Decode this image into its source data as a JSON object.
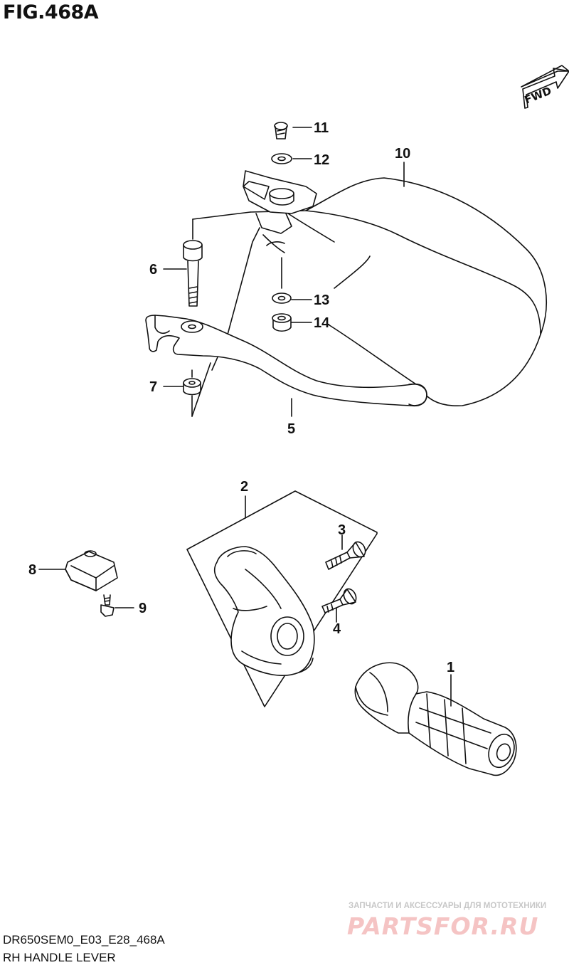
{
  "figure": {
    "title": "FIG.468A",
    "model_code": "DR650SEM0_E03_E28_468A",
    "section_name": "RH HANDLE LEVER",
    "direction_badge": "FWD"
  },
  "callouts": [
    "1",
    "2",
    "3",
    "4",
    "5",
    "6",
    "7",
    "8",
    "9",
    "10",
    "11",
    "12",
    "13",
    "14"
  ],
  "watermark": {
    "tagline": "ЗАПЧАСТИ И АКСЕССУАРЫ ДЛЯ МОТОТЕХНИКИ",
    "brand": "PARTSFOR.RU"
  },
  "colors": {
    "line": "#111111",
    "watermark": "#f5c4c4"
  }
}
